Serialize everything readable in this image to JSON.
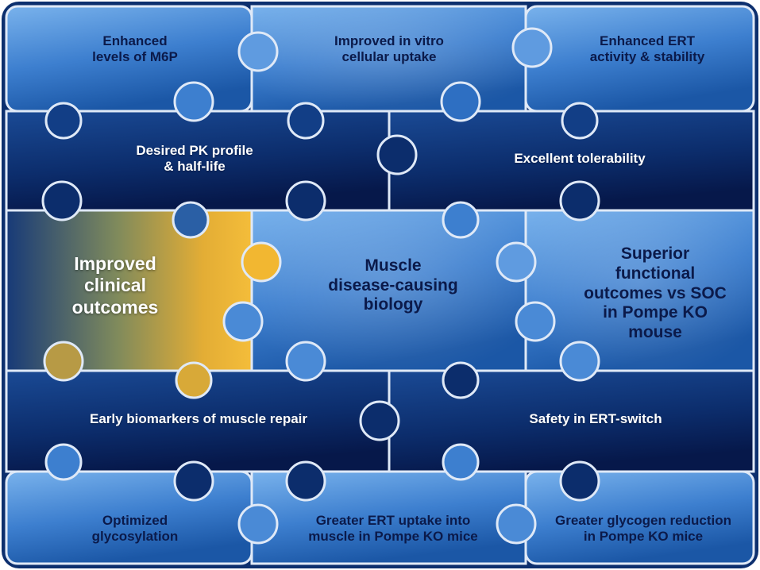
{
  "pieces": [
    {
      "key": "r1c1",
      "text": "Enhanced\nlevels of M6P",
      "tone": "light"
    },
    {
      "key": "r1c2",
      "text": "Improved in vitro\ncellular uptake",
      "tone": "light"
    },
    {
      "key": "r1c3",
      "text": "Enhanced ERT\nactivity & stability",
      "tone": "light"
    },
    {
      "key": "r2c1",
      "text": "Desired PK profile\n& half-life",
      "tone": "dark"
    },
    {
      "key": "r2c2",
      "text": "Excellent tolerability",
      "tone": "dark"
    },
    {
      "key": "r3c1",
      "text": "Improved\nclinical\noutcomes",
      "tone": "gold"
    },
    {
      "key": "r3c2",
      "text": "Muscle\ndisease-causing\nbiology",
      "tone": "light"
    },
    {
      "key": "r3c3",
      "text": "Superior\nfunctional\noutcomes vs SOC\nin Pompe KO\nmouse",
      "tone": "light"
    },
    {
      "key": "r4c1",
      "text": "Early biomarkers of muscle repair",
      "tone": "dark"
    },
    {
      "key": "r4c2",
      "text": "Safety in ERT-switch",
      "tone": "dark"
    },
    {
      "key": "r5c1",
      "text": "Optimized\nglycosylation",
      "tone": "light"
    },
    {
      "key": "r5c2",
      "text": "Greater  ERT uptake into\nmuscle in Pompe KO mice",
      "tone": "light"
    },
    {
      "key": "r5c3",
      "text": "Greater glycogen reduction\nin Pompe KO mice",
      "tone": "light"
    }
  ],
  "colors": {
    "frame": "#0c2f6e",
    "light_top": "#6fa8e6",
    "light_bottom": "#1f5fb3",
    "dark_top": "#123e86",
    "dark_bottom": "#071f52",
    "gold_left": "#1c3f7a",
    "gold_right": "#f2b731",
    "seam": "#dfe9f7"
  }
}
